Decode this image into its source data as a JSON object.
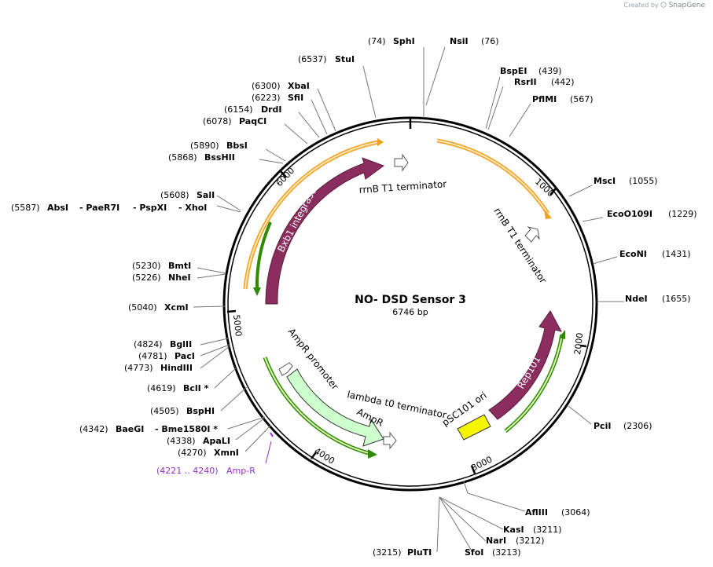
{
  "credit": {
    "prefix": "Created by",
    "brand": "SnapGene"
  },
  "map": {
    "name": "NO- DSD Sensor 3",
    "length_label": "6746 bp",
    "length": 6746
  },
  "tick_labels": [
    "1000",
    "2000",
    "3000",
    "4000",
    "5000",
    "6000"
  ],
  "features": [
    {
      "id": "rrnb-top",
      "label": "rrnB T1 terminator",
      "kind": "terminator"
    },
    {
      "id": "rrnb-right",
      "label": "rrnB T1 terminator",
      "kind": "terminator"
    },
    {
      "id": "bxb1",
      "label": "Bxb1 integrase",
      "kind": "cds",
      "color": "#8b2d5e"
    },
    {
      "id": "rep101",
      "label": "Rep101",
      "kind": "cds",
      "color": "#8b2d5e"
    },
    {
      "id": "psc101",
      "label": "pSC101 ori",
      "kind": "origin",
      "color": "#f5f500"
    },
    {
      "id": "lambda",
      "label": "lambda t0 terminator",
      "kind": "terminator"
    },
    {
      "id": "ampr",
      "label": "AmpR",
      "kind": "cds",
      "color": "#ccffcc"
    },
    {
      "id": "amprprom",
      "label": "AmpR promoter",
      "kind": "promoter"
    }
  ],
  "sites": [
    {
      "id": "sphi",
      "name": "SphI",
      "pos": "(74)"
    },
    {
      "id": "nsii",
      "name": "NsiI",
      "pos": "(76)"
    },
    {
      "id": "stui",
      "name": "StuI",
      "pos": "(6537)"
    },
    {
      "id": "bspei",
      "name": "BspEI",
      "pos": "(439)"
    },
    {
      "id": "rsrii",
      "name": "RsrII",
      "pos": "(442)"
    },
    {
      "id": "pflmi",
      "name": "PflMI",
      "pos": "(567)"
    },
    {
      "id": "xbai",
      "name": "XbaI",
      "pos": "(6300)"
    },
    {
      "id": "sfii",
      "name": "SfiI",
      "pos": "(6223)"
    },
    {
      "id": "drdi",
      "name": "DrdI",
      "pos": "(6154)"
    },
    {
      "id": "paqci",
      "name": "PaqCI",
      "pos": "(6078)"
    },
    {
      "id": "bbsi",
      "name": "BbsI",
      "pos": "(5890)"
    },
    {
      "id": "bsshii",
      "name": "BssHII",
      "pos": "(5868)"
    },
    {
      "id": "mscI",
      "name": "MscI",
      "pos": "(1055)"
    },
    {
      "id": "ecoo109i",
      "name": "EcoO109I",
      "pos": "(1229)"
    },
    {
      "id": "sali",
      "name": "SalI",
      "pos": "(5608)"
    },
    {
      "id": "absi",
      "name": "AbsI",
      "pos": "(5587)"
    },
    {
      "id": "paer7i",
      "name": "- PaeR7I",
      "pos": ""
    },
    {
      "id": "pspxi",
      "name": "- PspXI",
      "pos": ""
    },
    {
      "id": "xhoi",
      "name": "- XhoI",
      "pos": ""
    },
    {
      "id": "econi",
      "name": "EcoNI",
      "pos": "(1431)"
    },
    {
      "id": "bmti",
      "name": "BmtI",
      "pos": "(5230)"
    },
    {
      "id": "nhei",
      "name": "NheI",
      "pos": "(5226)"
    },
    {
      "id": "ndei",
      "name": "NdeI",
      "pos": "(1655)"
    },
    {
      "id": "xcmi",
      "name": "XcmI",
      "pos": "(5040)"
    },
    {
      "id": "bglii",
      "name": "BglII",
      "pos": "(4824)"
    },
    {
      "id": "paci",
      "name": "PacI",
      "pos": "(4781)"
    },
    {
      "id": "hindiii",
      "name": "HindIII",
      "pos": "(4773)"
    },
    {
      "id": "bcli",
      "name": "BclI *",
      "pos": "(4619)"
    },
    {
      "id": "bsphi",
      "name": "BspHI",
      "pos": "(4505)"
    },
    {
      "id": "pcii",
      "name": "PciI",
      "pos": "(2306)"
    },
    {
      "id": "baegi",
      "name": "BaeGI",
      "pos": "(4342)"
    },
    {
      "id": "bme1580i",
      "name": "- Bme1580I *",
      "pos": ""
    },
    {
      "id": "apali",
      "name": "ApaLI",
      "pos": "(4338)"
    },
    {
      "id": "xmni",
      "name": "XmnI",
      "pos": "(4270)"
    },
    {
      "id": "aflii",
      "name": "AflIII",
      "pos": "(3064)"
    },
    {
      "id": "kasi",
      "name": "KasI",
      "pos": "(3211)"
    },
    {
      "id": "nari",
      "name": "NarI",
      "pos": "(3212)"
    },
    {
      "id": "plutI",
      "name": "PluTI",
      "pos": "(3215)"
    },
    {
      "id": "sfoi",
      "name": "SfoI",
      "pos": "(3213)"
    }
  ],
  "primer_feature": {
    "range": "(4221 .. 4240)",
    "name": "Amp-R",
    "color": "#9b30d0"
  },
  "colors": {
    "orange": "#f0a020",
    "orange_light": "#f8dca4",
    "green": "#2e8b00",
    "green_light": "#d8f0a8"
  }
}
